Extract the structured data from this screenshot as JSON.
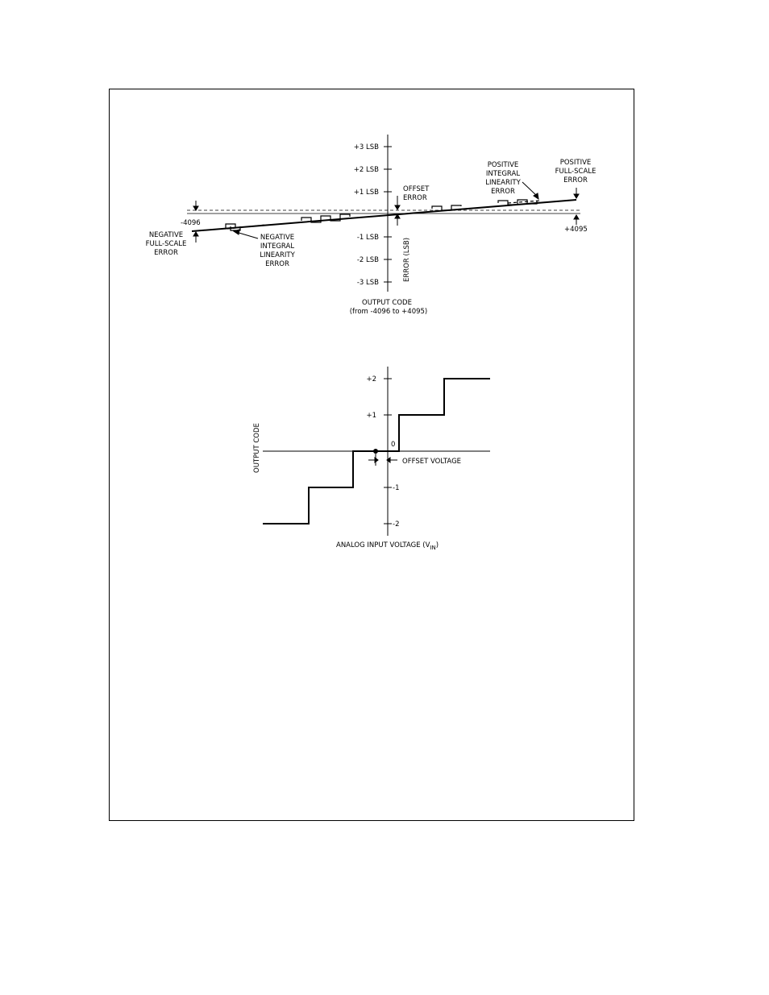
{
  "figure1": {
    "y_ticks": [
      "+3 LSB",
      "+2 LSB",
      "+1 LSB",
      "-1 LSB",
      "-2 LSB",
      "-3 LSB"
    ],
    "y_axis_label": "ERROR (LSB)",
    "x_axis_title_line1": "OUTPUT CODE",
    "x_axis_title_line2": "(from -4096 to +4095)",
    "left_code": "-4096",
    "right_code": "+4095",
    "offset_error": [
      "OFFSET",
      "ERROR"
    ],
    "positive_integral": [
      "POSITIVE",
      "INTEGRAL",
      "LINEARITY",
      "ERROR"
    ],
    "positive_fullscale": [
      "POSITIVE",
      "FULL-SCALE",
      "ERROR"
    ],
    "negative_fullscale": [
      "NEGATIVE",
      "FULL-SCALE",
      "ERROR"
    ],
    "negative_integral": [
      "NEGATIVE",
      "INTEGRAL",
      "LINEARITY",
      "ERROR"
    ]
  },
  "figure2": {
    "y_ticks": [
      "+2",
      "+1",
      "0",
      "-1",
      "-2"
    ],
    "y_axis_label": "OUTPUT CODE",
    "x_axis_label": "ANALOG INPUT VOLTAGE (V",
    "x_axis_label_sub": "IN",
    "x_axis_label_close": ")",
    "offset_label": "OFFSET VOLTAGE"
  }
}
